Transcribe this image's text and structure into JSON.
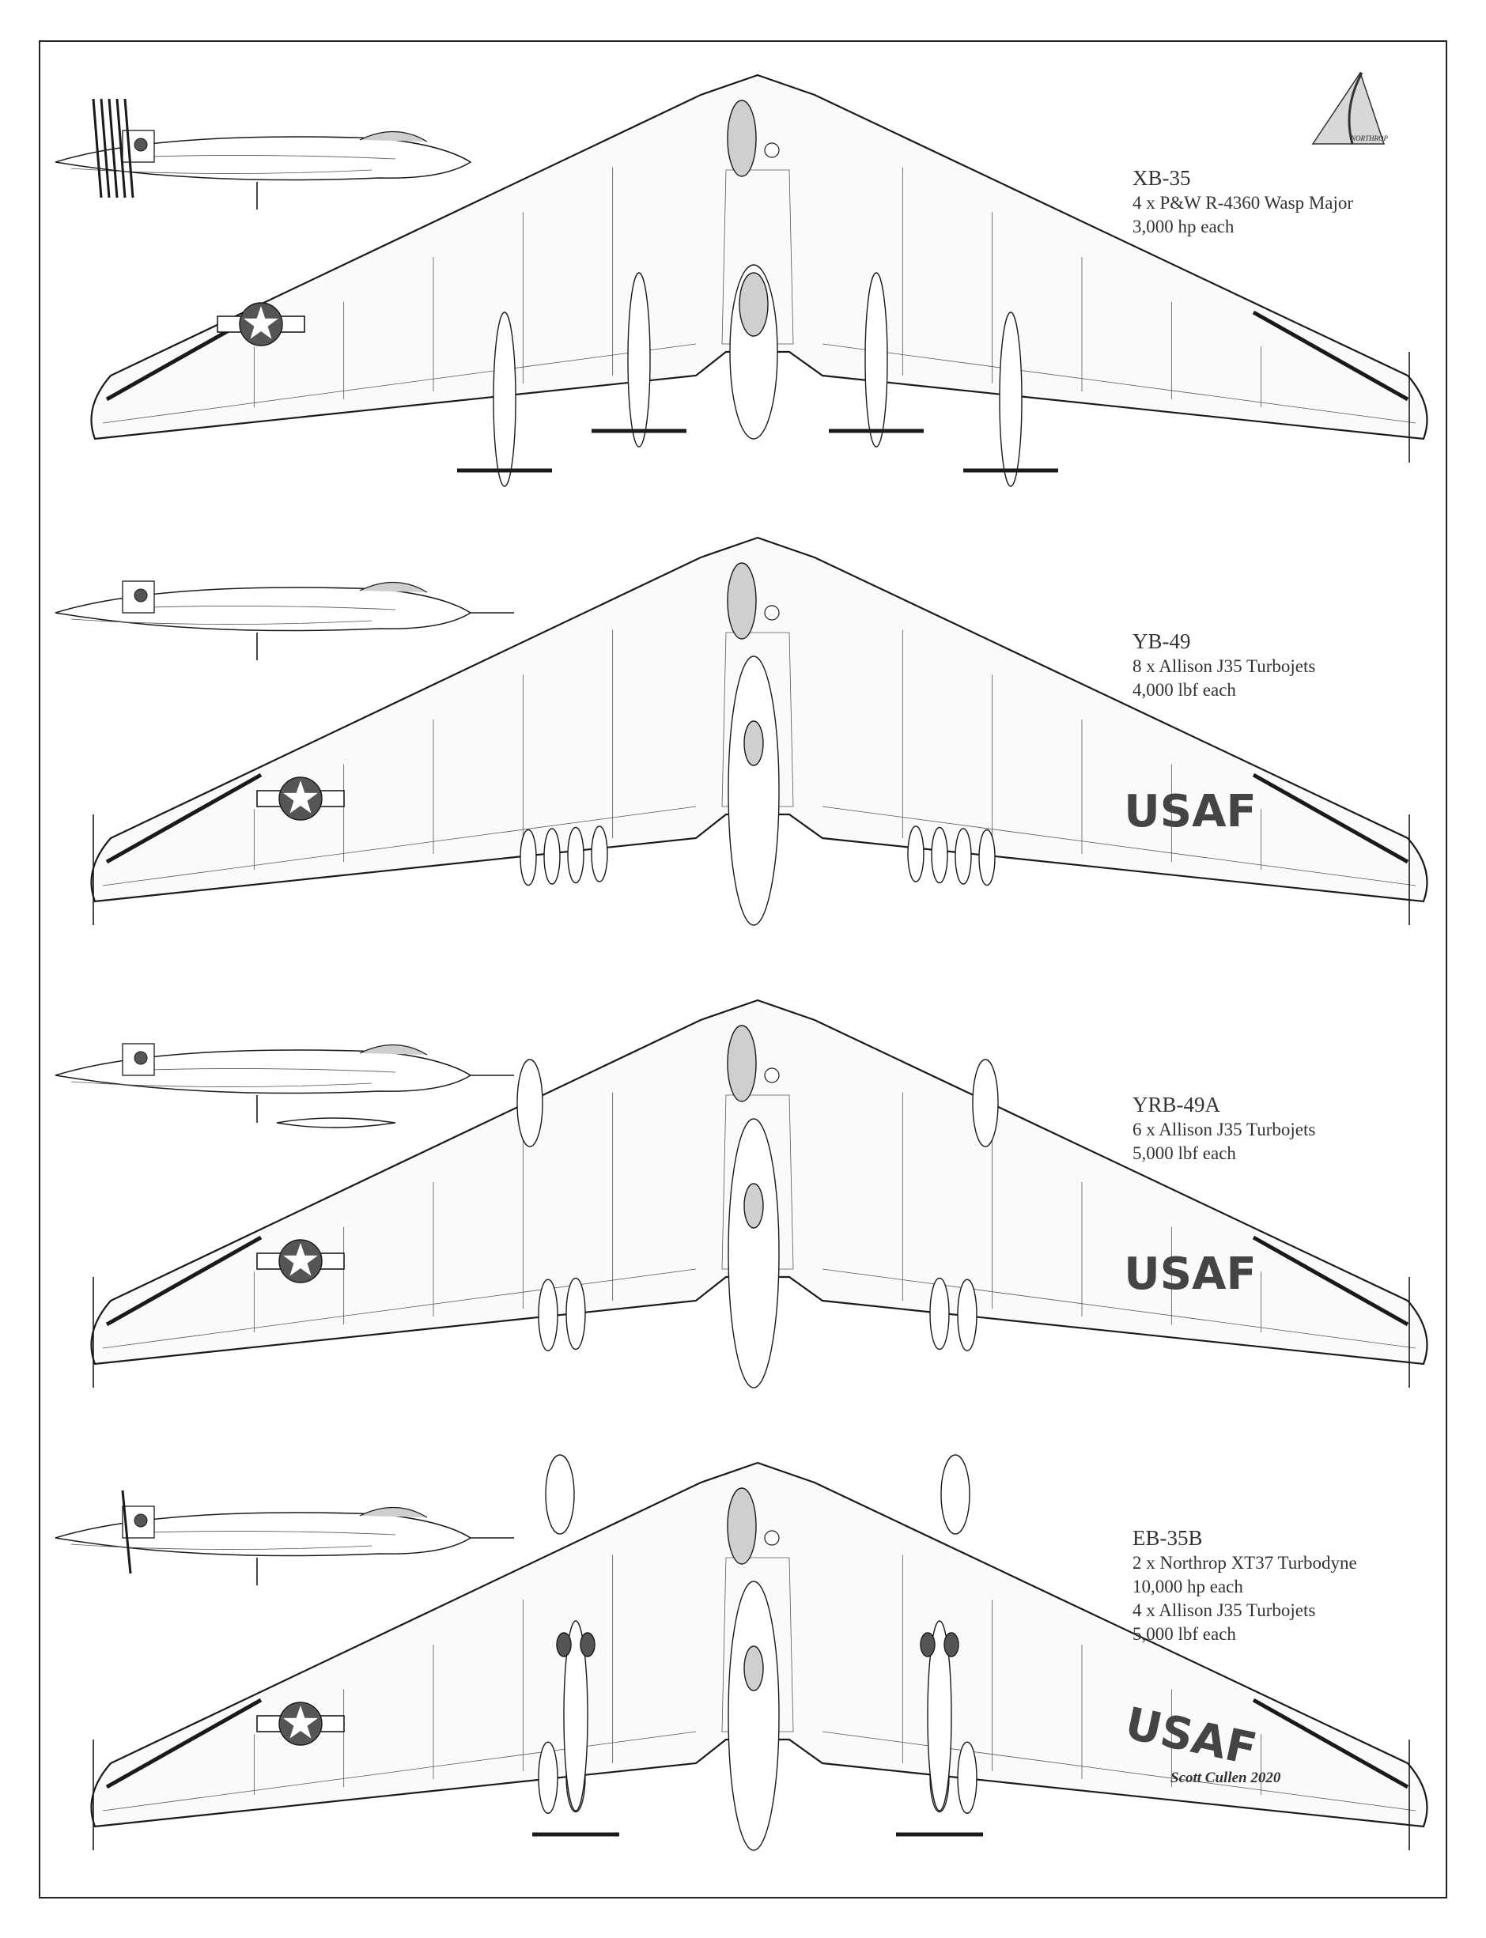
{
  "logo": {
    "text": "NORTHROP"
  },
  "aircraft": [
    {
      "name": "XB-35",
      "specs": [
        "4 x P&W R-4360 Wasp Major",
        "3,000 hp each"
      ],
      "marking": "",
      "propulsion": "props"
    },
    {
      "name": "YB-49",
      "specs": [
        "8 x Allison J35 Turbojets",
        "4,000 lbf each"
      ],
      "marking": "USAF",
      "propulsion": "jets8"
    },
    {
      "name": "YRB-49A",
      "specs": [
        "6 x Allison J35 Turbojets",
        "5,000 lbf each"
      ],
      "marking": "USAF",
      "propulsion": "jets6"
    },
    {
      "name": "EB-35B",
      "specs": [
        "2 x Northrop XT37 Turbodyne",
        "10,000 hp each",
        "4 x Allison J35 Turbojets",
        "5,000 lbf each"
      ],
      "marking": "USAF",
      "propulsion": "turboprop"
    }
  ],
  "signature": "Scott Cullen 2020",
  "colors": {
    "line": "#1a1a1a",
    "wing_fill": "#fafafa",
    "insignia": "#555555",
    "marking": "#444444",
    "canopy": "#cfcfcf"
  }
}
